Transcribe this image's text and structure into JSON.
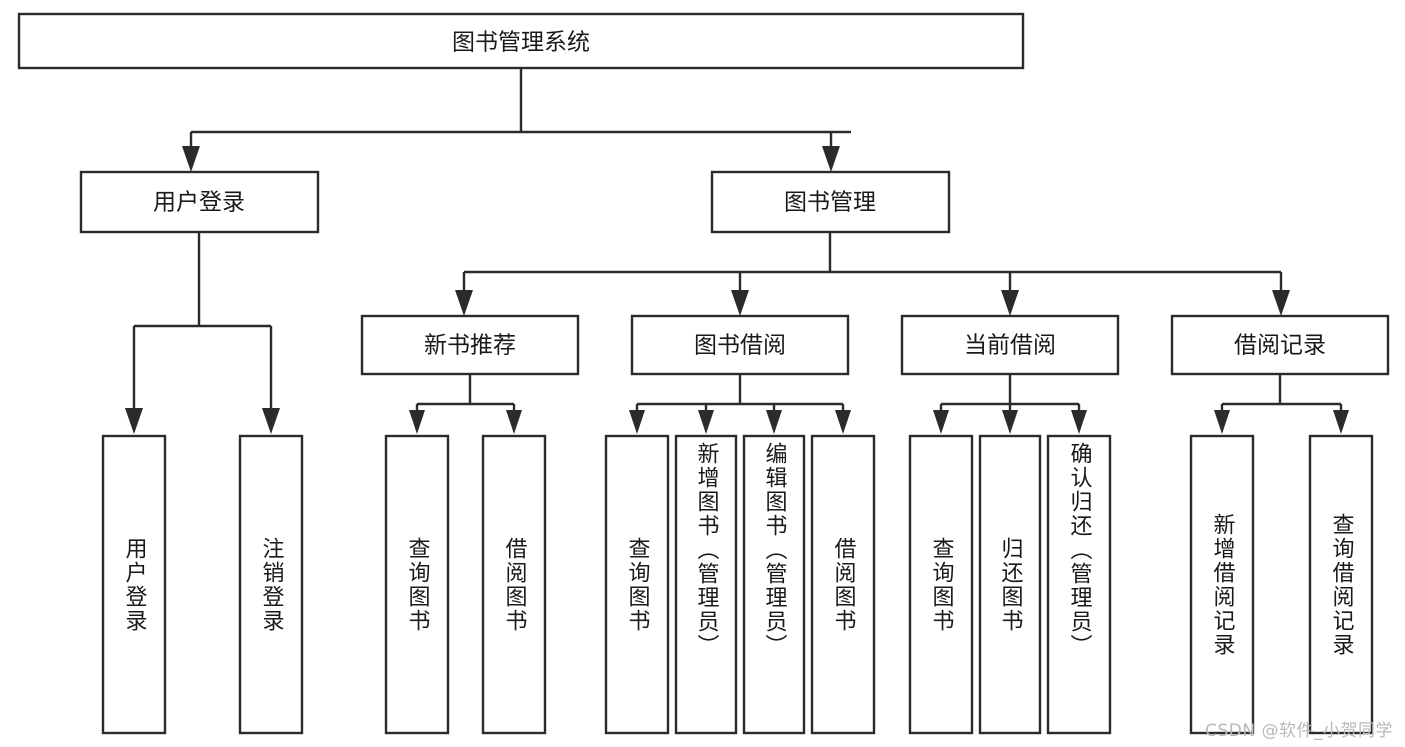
{
  "diagram": {
    "type": "tree",
    "title": "图书管理系统",
    "watermark": "CSDN @软件_小贺同学",
    "colors": {
      "box_stroke": "#2b2b2b",
      "box_fill": "#ffffff",
      "text": "#1a1a1a",
      "background": "#ffffff",
      "watermark": "#b9b9b9"
    },
    "root": {
      "id": "root",
      "label": "图书管理系统"
    },
    "level2": [
      {
        "id": "user-login",
        "label": "用户登录"
      },
      {
        "id": "book-manage",
        "label": "图书管理"
      }
    ],
    "level3": [
      {
        "id": "new-book-rec",
        "label": "新书推荐",
        "parent": "book-manage"
      },
      {
        "id": "book-borrow",
        "label": "图书借阅",
        "parent": "book-manage"
      },
      {
        "id": "current-borrow",
        "label": "当前借阅",
        "parent": "book-manage"
      },
      {
        "id": "borrow-record",
        "label": "借阅记录",
        "parent": "book-manage"
      }
    ],
    "leaves": [
      {
        "id": "leaf-user-login",
        "label": "用户登录",
        "parent": "user-login"
      },
      {
        "id": "leaf-logout",
        "label": "注销登录",
        "parent": "user-login"
      },
      {
        "id": "leaf-query-book-1",
        "label": "查询图书",
        "parent": "new-book-rec"
      },
      {
        "id": "leaf-borrow-book-1",
        "label": "借阅图书",
        "parent": "new-book-rec"
      },
      {
        "id": "leaf-query-book-2",
        "label": "查询图书",
        "parent": "book-borrow"
      },
      {
        "id": "leaf-add-book",
        "label": "新增图书（管理员）",
        "parent": "book-borrow"
      },
      {
        "id": "leaf-edit-book",
        "label": "编辑图书（管理员）",
        "parent": "book-borrow"
      },
      {
        "id": "leaf-borrow-book-2",
        "label": "借阅图书",
        "parent": "book-borrow"
      },
      {
        "id": "leaf-query-book-3",
        "label": "查询图书",
        "parent": "current-borrow"
      },
      {
        "id": "leaf-return-book",
        "label": "归还图书",
        "parent": "current-borrow"
      },
      {
        "id": "leaf-confirm-return",
        "label": "确认归还（管理员）",
        "parent": "current-borrow"
      },
      {
        "id": "leaf-add-record",
        "label": "新增借阅记录",
        "parent": "borrow-record"
      },
      {
        "id": "leaf-query-record",
        "label": "查询借阅记录",
        "parent": "borrow-record"
      }
    ]
  }
}
